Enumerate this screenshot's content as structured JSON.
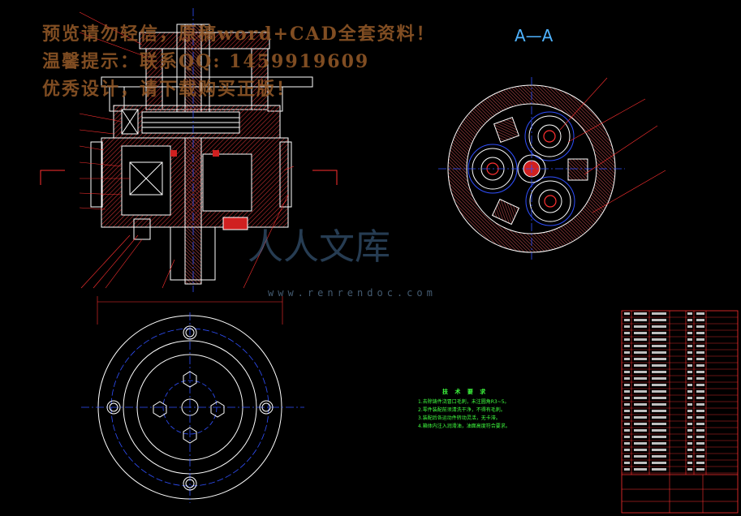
{
  "watermark": {
    "line1": "预览请勿轻信，原稿word+CAD全套资料！",
    "line2": "温馨提示：联系QQ: 1459919609",
    "line3": "优秀设计，请下载购买正版！",
    "brand": "人人文库",
    "url": "www.renrendoc.com"
  },
  "section_label": "A—A",
  "technical_requirements": {
    "title": "技 术 要 求",
    "items": [
      "1.去除铸件浇冒口毛刺，未注圆角R3~5。",
      "2.零件装配前须清洗干净，不得有毛刺。",
      "3.装配后各运动件转动灵活，无卡滞。",
      "4.箱体内注入润滑油，油面高度符合要求。"
    ]
  },
  "colors": {
    "background": "#000000",
    "outline": "#ffffff",
    "hatch": "#ff3030",
    "center_line": "#3050ff",
    "dimension": "#ff3030",
    "leader": "#ff3030",
    "table_line": "#ff3030",
    "table_text": "#ffffff",
    "section_label": "#4fb3ff",
    "tech_text": "#3fff3f"
  }
}
